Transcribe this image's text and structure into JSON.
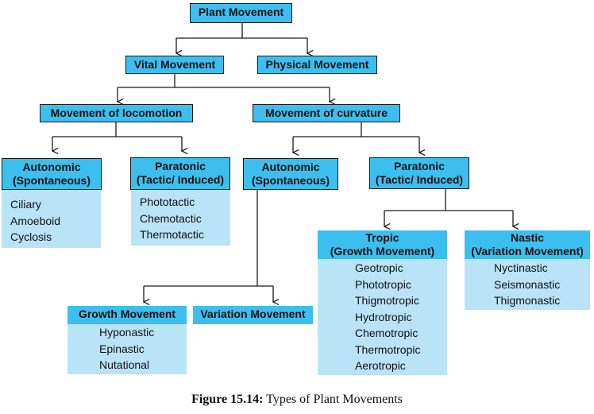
{
  "diagram": {
    "root": "Plant Movement",
    "vital": "Vital Movement",
    "physical": "Physical Movement",
    "locomotion": "Movement of locomotion",
    "curvature": "Movement of curvature",
    "loco_autonomic": {
      "title": "Autonomic",
      "subtitle": "(Spontaneous)",
      "items": [
        "Ciliary",
        "Amoeboid",
        "Cyclosis"
      ]
    },
    "loco_paratonic": {
      "title": "Paratonic",
      "subtitle": "(Tactic/ Induced)",
      "items": [
        "Phototactic",
        "Chemotactic",
        "Thermotactic"
      ]
    },
    "curv_autonomic": {
      "title": "Autonomic",
      "subtitle": "(Spontaneous)"
    },
    "curv_paratonic": {
      "title": "Paratonic",
      "subtitle": "(Tactic/ Induced)"
    },
    "growth": {
      "title": "Growth Movement",
      "items": [
        "Hyponastic",
        "Epinastic",
        "Nutational"
      ]
    },
    "variation": "Variation Movement",
    "tropic": {
      "title": "Tropic",
      "subtitle": "(Growth Movement)",
      "items": [
        "Geotropic",
        "Phototropic",
        "Thigmotropic",
        "Hydrotropic",
        "Chemotropic",
        "Thermotropic",
        "Aerotropic"
      ]
    },
    "nastic": {
      "title": "Nastic",
      "subtitle": "(Variation Movement)",
      "items": [
        "Nyctinastic",
        "Seismonastic",
        "Thigmonastic"
      ]
    }
  },
  "caption": {
    "label": "Figure 15.14:",
    "text": "Types of Plant Movements"
  },
  "colors": {
    "node": "#3cbfef",
    "panel": "#b9e3f7",
    "line": "#1a1a1a"
  }
}
